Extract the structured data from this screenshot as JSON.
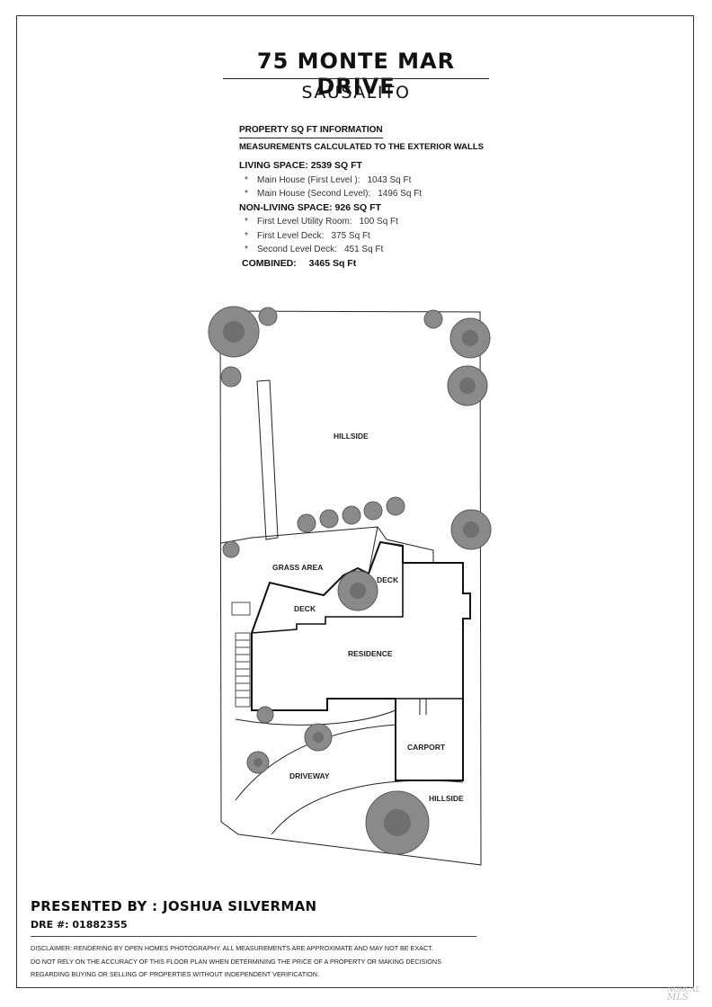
{
  "header": {
    "title": "75 MONTE MAR DRIVE",
    "subtitle": "SAUSALITO"
  },
  "sqft_info": {
    "heading": "PROPERTY SQ FT INFORMATION",
    "note": "MEASUREMENTS CALCULATED TO THE EXTERIOR WALLS",
    "living": {
      "title": "LIVING SPACE: 2539 SQ FT",
      "items": [
        {
          "bullet": "*",
          "label": "Main House (First Level ):",
          "value": "1043 Sq Ft"
        },
        {
          "bullet": "*",
          "label": "Main House (Second Level):",
          "value": "1496 Sq Ft"
        }
      ]
    },
    "non_living": {
      "title": "NON-LIVING SPACE: 926 SQ FT",
      "items": [
        {
          "bullet": "*",
          "label": "First Level Utility Room:",
          "value": "100 Sq Ft"
        },
        {
          "bullet": "*",
          "label": "First Level Deck:",
          "value": "375 Sq Ft"
        },
        {
          "bullet": "*",
          "label": "Second Level Deck:",
          "value": "451 Sq Ft"
        }
      ]
    },
    "combined": {
      "label": "COMBINED:",
      "value": "3465  Sq Ft"
    }
  },
  "site_plan": {
    "labels": {
      "hillside_top": "HILLSIDE",
      "grass_area": "GRASS AREA",
      "deck_upper": "DECK",
      "deck_lower": "DECK",
      "residence": "RESIDENCE",
      "carport": "CARPORT",
      "driveway": "DRIVEWAY",
      "hillside_bottom": "HILLSIDE"
    },
    "colors": {
      "tree": "#8a8a8a",
      "tree_dark": "#555555",
      "outline": "#222222"
    }
  },
  "footer": {
    "presented_by": "PRESENTED BY : JOSHUA SILVERMAN",
    "dre": "DRE #: 01882355",
    "disclaimer": [
      "DISCLAIMER: RENDERING BY OPEN HOMES PHOTOGRAPHY. ALL MEASUREMENTS ARE APPROXIMATE AND MAY NOT BE EXACT.",
      "DO NOT RELY ON THE ACCURACY OF THIS FLOOR PLAN WHEN DETERMINING THE PRICE OF A PROPERTY OR MAKING DECISIONS",
      "REGARDING BUYING OR SELLING OF PROPERTIES WITHOUT INDEPENDENT VERIFICATION."
    ],
    "logo_text": [
      "NORCAL",
      "MLS"
    ]
  }
}
